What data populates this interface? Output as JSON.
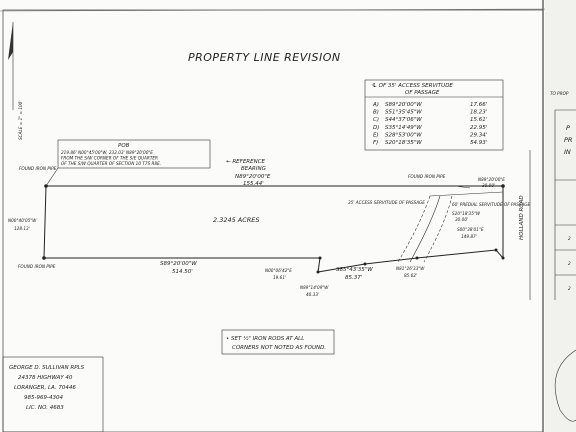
{
  "title": "PROPERTY LINE REVISION",
  "scale_note": "SCALE = 1\" = 100'",
  "pob": {
    "label": "POB",
    "lines": [
      "219.86' N00°45'00\"W, 232.03' N89°20'00\"E",
      "FROM THE S/W CORNER OF THE S/E QUARTER",
      "OF THE S/W QUARTER OF SECTION 10 T7S R8E."
    ]
  },
  "reference_bearing": {
    "lines": [
      "← REFERENCE",
      "BEARING",
      "N89°20'00\"E",
      "155.44'"
    ]
  },
  "area": "2.3245 ACRES",
  "servitude_table": {
    "title_lines": [
      "℄ OF 35' ACCESS SERVITUDE",
      "OF PASSAGE"
    ],
    "rows": [
      {
        "id": "A)",
        "bearing": "S89°20'00\"W",
        "dist": "17.66'"
      },
      {
        "id": "B)",
        "bearing": "S51°35'45\"W",
        "dist": "18.23'"
      },
      {
        "id": "C)",
        "bearing": "S44°37'06\"W",
        "dist": "15.61'"
      },
      {
        "id": "D)",
        "bearing": "S35°14'49\"W",
        "dist": "22.95'"
      },
      {
        "id": "E)",
        "bearing": "S28°53'00\"W",
        "dist": "29.34'"
      },
      {
        "id": "F)",
        "bearing": "S20°18'35\"W",
        "dist": "54.93'"
      }
    ]
  },
  "boundary_labels": {
    "west": [
      "N00°40'05\"W",
      "128.13'"
    ],
    "south1": [
      "S89°20'00\"W",
      "514.50'"
    ],
    "south2": [
      "N00°06'42\"E",
      "19.61'"
    ],
    "south3": [
      "N89°14'09\"W",
      "40.33'"
    ],
    "south4": [
      "S85°43'35\"W",
      "85.37'"
    ],
    "south5": [
      "N81°26'33\"W",
      "85.62'"
    ],
    "east": [
      "S00°38'01\"E",
      "149.87'"
    ],
    "east_small": [
      "S20°18'35\"W",
      "30.00'"
    ],
    "ne_corner": [
      "N89°20'00\"E",
      "30.00'"
    ]
  },
  "notes": {
    "found_iron_pipe": "FOUND IRON PIPE",
    "iron_pipe": "FOUND IRON PIPE",
    "servitude_access": "35' ACCESS SERVITUDE OF PASSAGE",
    "predial_servitude": "60' PREDIAL SERVITUDE OF PASSAGE",
    "holland_road": "HOLLAND ROAD",
    "set_rods": [
      "• SET ½\" IRON RODS AT ALL",
      "CORNERS NOT NOTED AS FOUND."
    ]
  },
  "surveyor": {
    "lines": [
      "GEORGE D. SULLIVAN RPLS",
      "24378 HIGHWAY 40",
      "LORANGER, LA. 70446",
      "985-969-4304",
      "LIC. NO. 4683"
    ]
  },
  "sidebar": {
    "frag_top": "TO PROP",
    "frag_letters": [
      "P",
      "PR",
      "IN"
    ],
    "frag_small": [
      "2",
      "2",
      "2"
    ]
  },
  "colors": {
    "ink": "#222222",
    "paper": "#fbfbf9"
  }
}
